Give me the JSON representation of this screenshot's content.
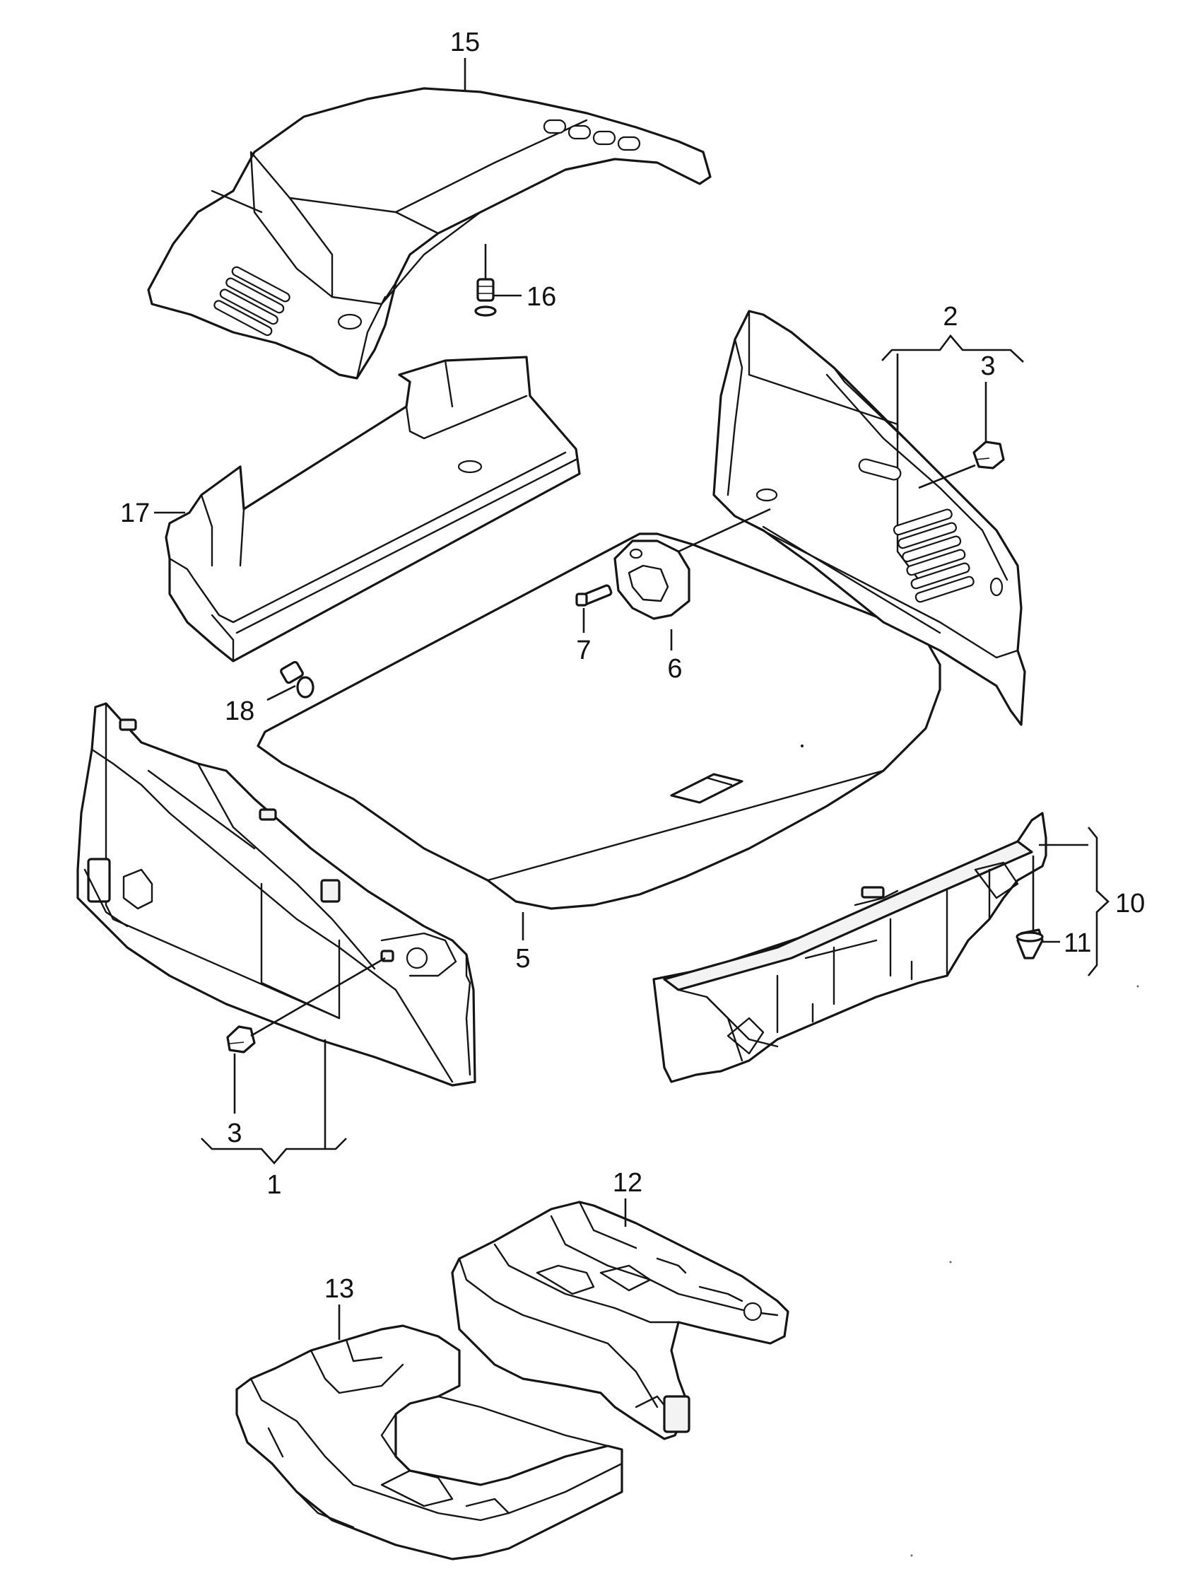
{
  "callouts": {
    "c1": "1",
    "c2": "2",
    "c3a": "3",
    "c3b": "3",
    "c5": "5",
    "c6": "6",
    "c7": "7",
    "c10": "10",
    "c11": "11",
    "c12": "12",
    "c13": "13",
    "c15": "15",
    "c16": "16",
    "c17": "17",
    "c18": "18"
  }
}
